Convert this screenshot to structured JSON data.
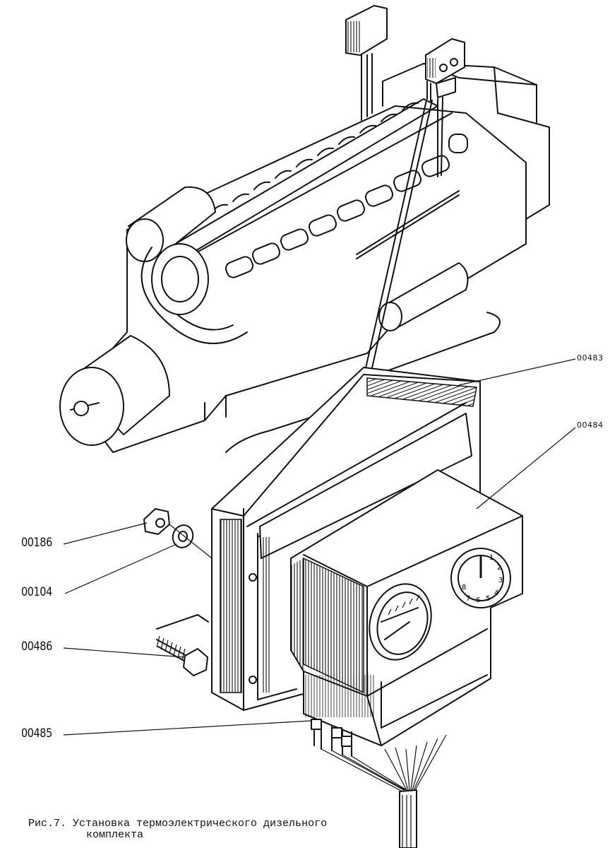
{
  "labels": {
    "p00483": "00483",
    "p00484": "00484",
    "p00186": "00186",
    "p00104": "00104",
    "p00486": "00486",
    "p00485": "00485"
  },
  "caption": {
    "line1": "Рис.7. Установка термоэлектрического дизельного",
    "line2": "комплекта"
  },
  "dial": {
    "numbers": [
      "1",
      "2",
      "3",
      "4",
      "5",
      "6",
      "7",
      "8"
    ]
  }
}
